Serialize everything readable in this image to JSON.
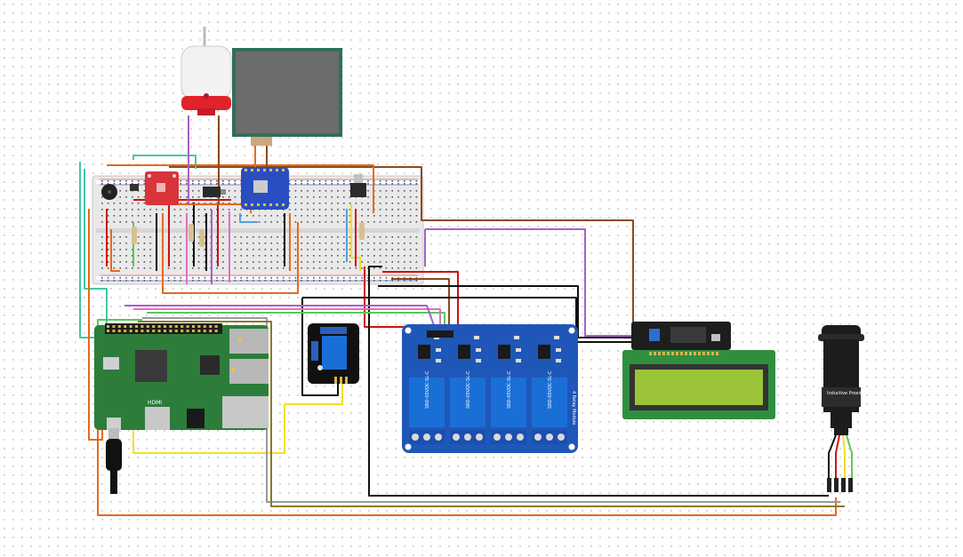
{
  "diagram": {
    "components": {
      "motor": {
        "icon": "dc-motor-icon"
      },
      "display_panel": {
        "icon": "square-display-icon"
      },
      "breadboard": {
        "icon": "breadboard-icon"
      },
      "raspberry_pi": {
        "icon": "raspberry-pi-board-icon",
        "hdmi_label": "HDMI"
      },
      "single_relay": {
        "icon": "single-relay-module-icon"
      },
      "relay_4ch": {
        "icon": "four-channel-relay-icon",
        "side_label": "4 Relay Module",
        "relay_text": "SRD-05VDC-SL-C"
      },
      "i2c_backpack": {
        "icon": "i2c-backpack-icon"
      },
      "lcd": {
        "icon": "lcd-16x2-icon"
      },
      "proximity_sensor": {
        "icon": "proximity-sensor-icon",
        "label": "Inductive Proximity"
      }
    },
    "colors": {
      "wire_brown": "#8b4a1c",
      "wire_red": "#d01010",
      "wire_black": "#111111",
      "wire_orange": "#e56a1c",
      "wire_yellow": "#f2e022",
      "wire_purple": "#a860c8",
      "wire_teal": "#40c8a8",
      "wire_green": "#5ac85a",
      "wire_gray": "#9a9a9a",
      "wire_olive": "#8a7a2a",
      "wire_pink": "#e070c0",
      "relay_board_blue": "#1f57b8",
      "relay_cube_blue": "#1a6fd6",
      "pi_green": "#2c7d3a",
      "lcd_screen": "#9bc43a",
      "lcd_frame": "#2f8f3f",
      "breadboard": "#e7e7e7"
    }
  }
}
